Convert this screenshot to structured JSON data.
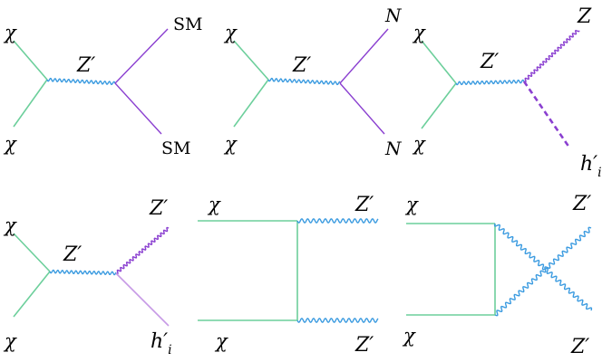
{
  "colors": {
    "fermion": "#6ccf9b",
    "boson": "#3b9be0",
    "final_purple": "#8a3fd0",
    "final_purple_light": "#c79ae6",
    "text": "#000000"
  },
  "diagrams": [
    {
      "name": "annihilation-to-sm",
      "labels": {
        "in_top": "χ",
        "in_bottom": "χ",
        "mediator": "Z′",
        "out_top": "SM",
        "out_bottom": "SM"
      }
    },
    {
      "name": "annihilation-to-n",
      "labels": {
        "in_top": "χ",
        "in_bottom": "χ",
        "mediator": "Z′",
        "out_top": "N",
        "out_bottom": "N"
      }
    },
    {
      "name": "annihilation-to-z-h",
      "labels": {
        "in_top": "χ",
        "in_bottom": "χ",
        "mediator": "Z′",
        "out_top": "Z",
        "out_bottom": "h′",
        "out_bottom_sub": "i"
      }
    },
    {
      "name": "annihilation-to-zprime-h",
      "labels": {
        "in_top": "χ",
        "in_bottom": "χ",
        "mediator": "Z′",
        "out_top": "Z′",
        "out_bottom": "h′",
        "out_bottom_sub": "i"
      }
    },
    {
      "name": "t-channel-zprime-zprime",
      "labels": {
        "in_top": "χ",
        "in_bottom": "χ",
        "out_top": "Z′",
        "out_bottom": "Z′"
      }
    },
    {
      "name": "u-channel-zprime-zprime",
      "labels": {
        "in_top": "χ",
        "in_bottom": "χ",
        "out_top": "Z′",
        "out_bottom": "Z′"
      }
    }
  ]
}
